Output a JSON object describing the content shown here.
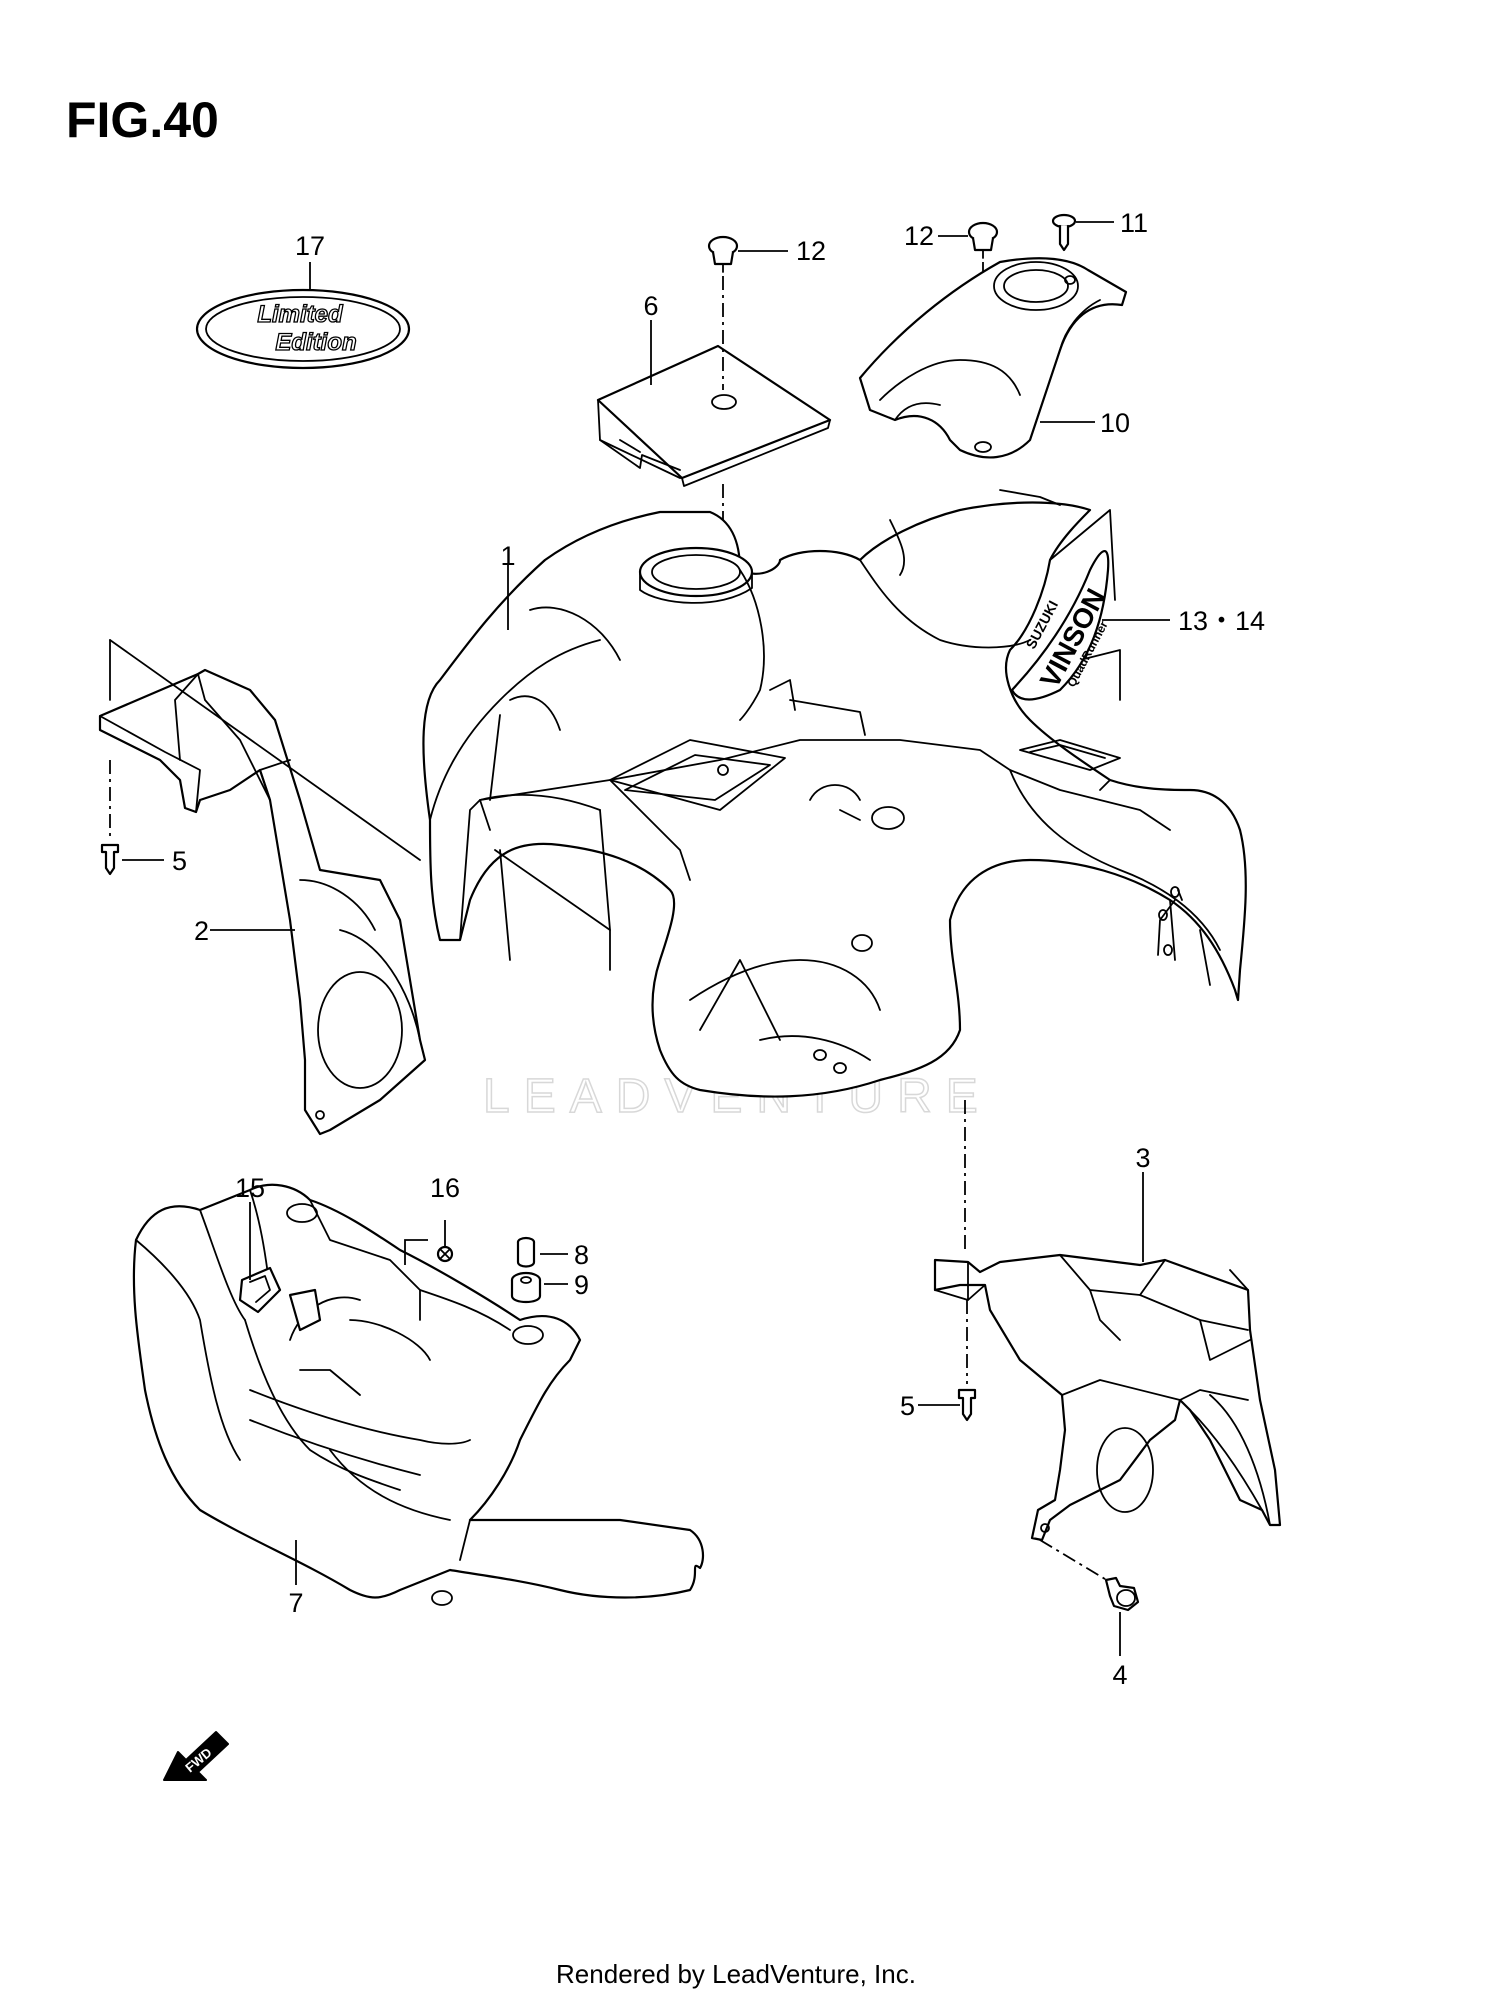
{
  "figure_title": "FIG.40",
  "callouts": {
    "c17": "17",
    "c12a": "12",
    "c12b": "12",
    "c11": "11",
    "c6": "6",
    "c10": "10",
    "c1": "1",
    "c1314": "13・14",
    "c5a": "5",
    "c2": "2",
    "c3": "3",
    "c15": "15",
    "c16": "16",
    "c8": "8",
    "c9": "9",
    "c5b": "5",
    "c7": "7",
    "c4": "4"
  },
  "decals": {
    "limited_line1": "Limited",
    "limited_line2": "Edition",
    "brand": "SUZUKI",
    "model": "VINSON",
    "sub": "QuadRunner"
  },
  "direction_marker": "FWD",
  "watermark": "LEADVENTURE",
  "footer": "Rendered by LeadVenture, Inc."
}
